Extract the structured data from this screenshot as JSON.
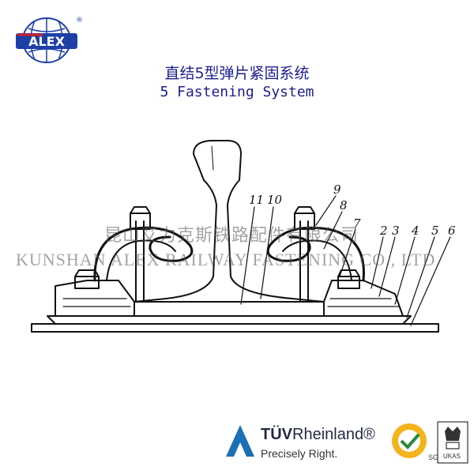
{
  "brand": {
    "logo_text": "ALEX",
    "registered_mark": "®"
  },
  "title": {
    "cn": "直结5型弹片紧固系统",
    "en": "5 Fastening System"
  },
  "diagram": {
    "part_labels": [
      "11",
      "10",
      "9",
      "8",
      "7",
      "2",
      "3",
      "4",
      "5",
      "6"
    ]
  },
  "watermark": {
    "cn": "昆山艾力克斯铁路配件有限公司",
    "en": "KUNSHAN ALEX RAILWAY FASTENING CO., LTD."
  },
  "certification": {
    "tuv_name_bold": "TÜV",
    "tuv_name_light": "Rheinland®",
    "tuv_slogan": "Precisely Right.",
    "sgs_label": "SGS",
    "ukas_label": "UKAS"
  },
  "colors": {
    "title": "#1b1f8c",
    "logo_blue": "#1d3fa6",
    "logo_red": "#d21f26",
    "tuv_blue": "#1a6fb5"
  }
}
